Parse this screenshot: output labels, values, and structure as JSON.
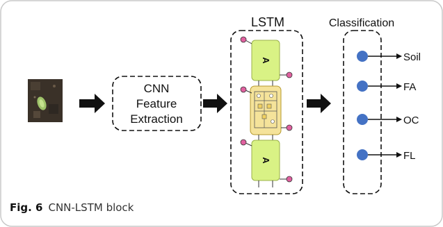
{
  "diagram": {
    "cnn_label_lines": [
      "CNN",
      "Feature",
      "Extraction"
    ],
    "lstm_title": "LSTM",
    "lstm_cell_letter": "A",
    "classification_title": "Classification",
    "classes": [
      "Soil",
      "FA",
      "OC",
      "FL"
    ],
    "colors": {
      "border": "#c9c9c9",
      "arrow": "#111111",
      "node": "#4472c4",
      "cell_green": "#d9f285",
      "cell_yellow": "#f5e39a",
      "gate_pink": "#e0609f"
    }
  },
  "caption": {
    "figure_label": "Fig. 6",
    "text": "CNN-LSTM block"
  }
}
